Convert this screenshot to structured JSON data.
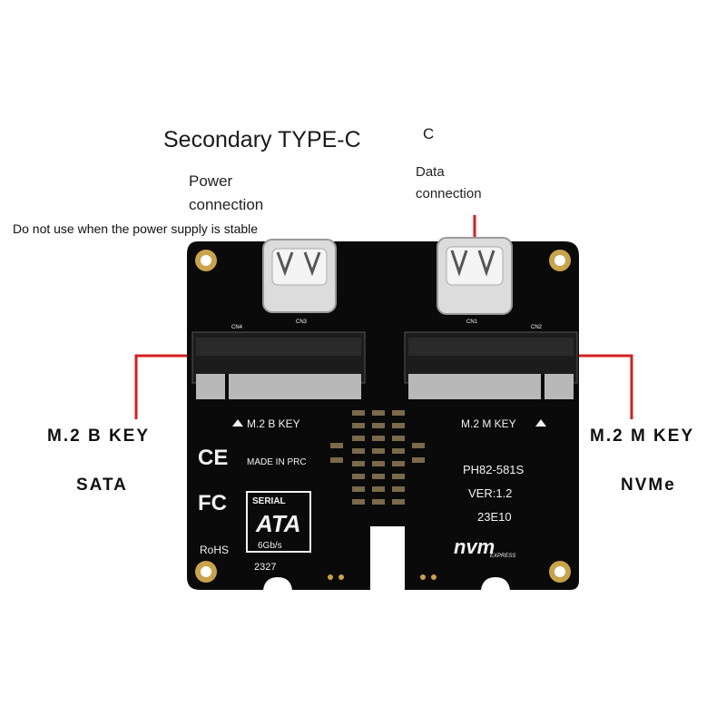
{
  "annotations": {
    "secondary_typec": "Secondary TYPE-C",
    "c_mark": "C",
    "power_line1": "Power",
    "power_line2": "connection",
    "power_note": "Do not use when the power supply is stable",
    "data_line1": "Data",
    "data_line2": "connection",
    "left_key": "M.2 B KEY",
    "left_protocol": "SATA",
    "right_key": "M.2 M KEY",
    "right_protocol": "NVMe"
  },
  "board": {
    "left_slot_label": "M.2 B KEY",
    "right_slot_label": "M.2 M KEY",
    "made_in": "MADE IN PRC",
    "model": "PH82-581S",
    "version": "VER:1.2",
    "date_code": "23E10",
    "lot_code": "2327",
    "ce_mark": "CE",
    "fc_mark": "FC",
    "rohs": "RoHS",
    "sata_logo_top": "SERIAL",
    "sata_logo_main": "ATA",
    "sata_logo_bottom": "6Gb/s",
    "nvm_logo": "nvm",
    "nvm_logo_sub": "EXPRESS",
    "cn1": "CN1",
    "cn2": "CN2",
    "cn3": "CN3",
    "cn4": "CN4"
  },
  "colors": {
    "pcb": "#0a0a0a",
    "silkscreen": "#f2f2f2",
    "gold": "#c9a24a",
    "leader_line": "#d42020"
  }
}
